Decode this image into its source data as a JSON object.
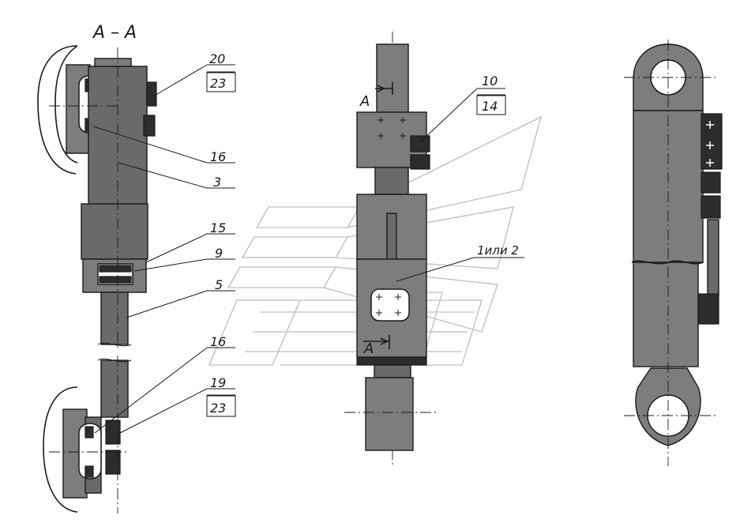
{
  "section_title": "A – A",
  "section_mark": "A",
  "callouts": {
    "c20": "20",
    "c23a": "23",
    "c16a": "16",
    "c3": "3",
    "c15": "15",
    "c9": "9",
    "c5": "5",
    "c16b": "16",
    "c19": "19",
    "c23b": "23",
    "c10": "10",
    "c14": "14",
    "c1or2": "1или 2"
  },
  "colors": {
    "ink": "#1a1a1a",
    "part_fill": "#6a6a6a",
    "watermark": "#bdbdbd"
  }
}
